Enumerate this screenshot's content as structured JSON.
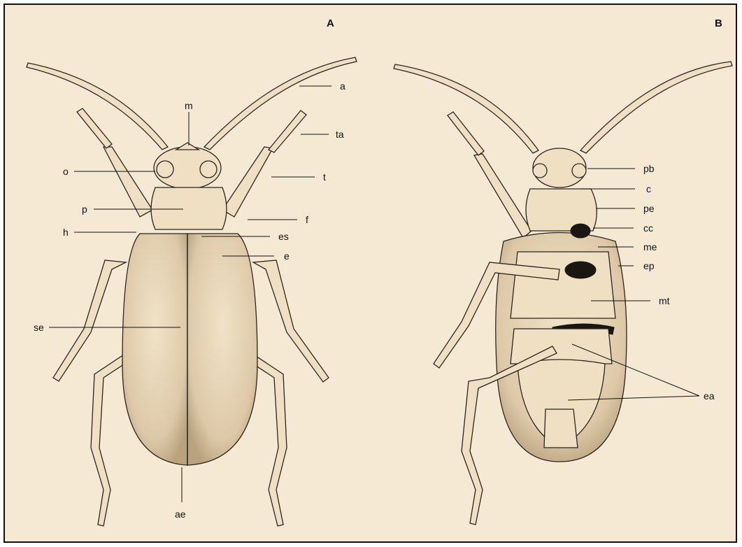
{
  "panels": {
    "a": "A",
    "b": "B"
  },
  "labels_a": {
    "a": "a",
    "m": "m",
    "ta": "ta",
    "o": "o",
    "t": "t",
    "p": "p",
    "f": "f",
    "h": "h",
    "es": "es",
    "e": "e",
    "se": "se",
    "ae": "ae"
  },
  "labels_b": {
    "pb": "pb",
    "c": "c",
    "pe": "pe",
    "cc": "cc",
    "me": "me",
    "ep": "ep",
    "mt": "mt",
    "ea": "ea"
  },
  "colors": {
    "background": "#f6e9d4",
    "border": "#111111",
    "ink": "#1a1612"
  }
}
